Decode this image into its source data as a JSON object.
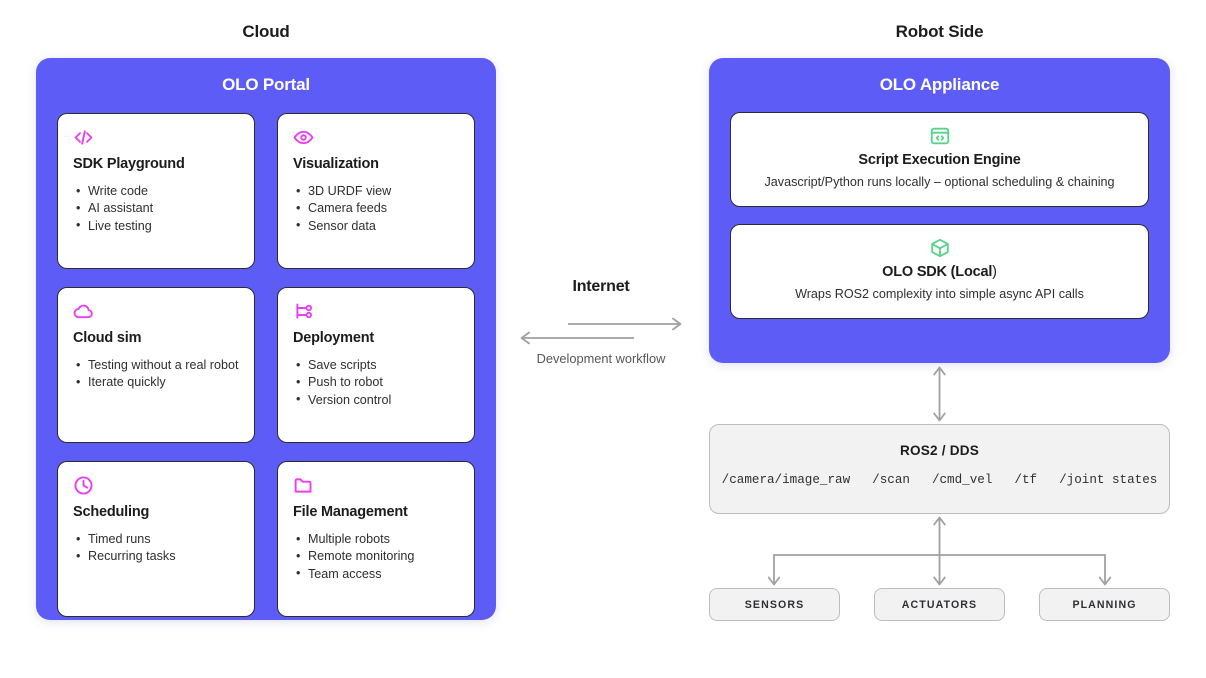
{
  "columns": {
    "cloud_title": "Cloud",
    "robot_title": "Robot Side"
  },
  "cloud_panel": {
    "title": "OLO Portal",
    "accent_color": "#5d5cf6",
    "icon_color": "#ea3ff0",
    "cards": [
      {
        "icon": "code-brackets-icon",
        "title": "SDK Playground",
        "items": [
          "Write code",
          "AI assistant",
          "Live testing"
        ]
      },
      {
        "icon": "eye-icon",
        "title": "Visualization",
        "items": [
          "3D URDF view",
          "Camera feeds",
          "Sensor data"
        ]
      },
      {
        "icon": "cloud-icon",
        "title": "Cloud sim",
        "items": [
          "Testing without a real robot",
          "Iterate quickly"
        ]
      },
      {
        "icon": "git-branch-icon",
        "title": "Deployment",
        "items": [
          "Save scripts",
          "Push to robot",
          "Version control"
        ]
      },
      {
        "icon": "clock-icon",
        "title": "Scheduling",
        "items": [
          "Timed runs",
          "Recurring tasks"
        ]
      },
      {
        "icon": "folder-icon",
        "title": "File Management",
        "items": [
          "Multiple robots",
          "Remote monitoring",
          "Team access"
        ]
      }
    ]
  },
  "robot_panel": {
    "title": "OLO Appliance",
    "accent_color": "#5d5cf6",
    "icon_color": "#57d38a",
    "cards": [
      {
        "icon": "code-window-icon",
        "title": "Script Execution Engine",
        "title_bold": "Script Execution Engine",
        "title_suffix": "",
        "description": "Javascript/Python runs locally – optional scheduling & chaining"
      },
      {
        "icon": "cube-icon",
        "title": "OLO SDK (Local)",
        "title_bold": "OLO SDK (Local",
        "title_suffix": ")",
        "description": "Wraps ROS2 complexity into simple async API calls"
      }
    ]
  },
  "middle": {
    "label": "Internet",
    "sublabel": "Development workflow",
    "arrow_color": "#a0a0a0"
  },
  "ros": {
    "title": "ROS2 / DDS",
    "topics": [
      "/camera/image_raw",
      "/scan",
      "/cmd_vel",
      "/tf",
      "/joint states"
    ],
    "fill_color": "#f2f2f2",
    "border_color": "#bdbdbd"
  },
  "leaf_nodes": [
    {
      "label": "SENSORS"
    },
    {
      "label": "ACTUATORS"
    },
    {
      "label": "PLANNING"
    }
  ]
}
